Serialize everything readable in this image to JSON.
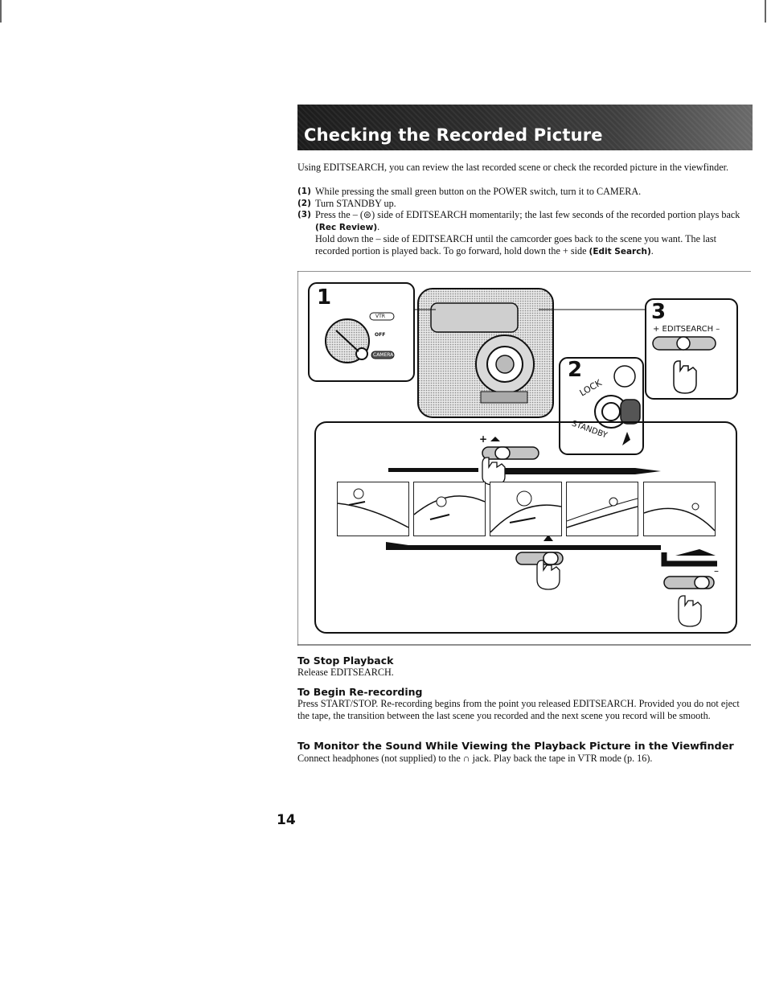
{
  "header": {
    "title": "Checking the Recorded Picture"
  },
  "intro": "Using EDITSEARCH, you can review the last recorded scene or check the recorded picture in the viewfinder.",
  "steps": [
    {
      "num": "(1)",
      "text": "While pressing the small green button on the POWER switch, turn it to CAMERA."
    },
    {
      "num": "(2)",
      "text": "Turn STANDBY up."
    },
    {
      "num": "(3)",
      "text_a": "Press the – (⊜) side of EDITSEARCH momentarily; the last few seconds of the recorded portion plays back ",
      "bold_a": "(Rec Review)",
      "text_b": ".",
      "text_c": "Hold down the – side of EDITSEARCH until the camcorder goes back to the scene you want. The last recorded portion is played back. To go forward, hold down the + side ",
      "bold_c": "(Edit Search)",
      "text_d": "."
    }
  ],
  "figure": {
    "step1_number": "1",
    "step2_number": "2",
    "step3_number": "3",
    "label_vtr": "VTR",
    "label_off": "OFF",
    "label_camera": "CAMERA",
    "label_editsearch": "+ EDITSEARCH –",
    "label_lock": "LOCK",
    "label_standby": "STANDBY",
    "label_plus": "+",
    "label_minus": "–"
  },
  "sections": [
    {
      "heading": "To Stop Playback",
      "text": "Release EDITSEARCH."
    },
    {
      "heading": "To Begin Re-recording",
      "text": "Press START/STOP. Re-recording begins from the point you released EDITSEARCH. Provided you do not eject the tape, the transition between the last scene you recorded and the next scene you record will be smooth."
    },
    {
      "heading": "To Monitor the Sound While Viewing the Playback Picture in the Viewfinder",
      "text": "Connect headphones (not supplied) to the ∩ jack. Play back the tape in VTR mode (p. 16)."
    }
  ],
  "page_number": "14",
  "colors": {
    "banner": "#2a2a2a",
    "text": "#111111"
  }
}
